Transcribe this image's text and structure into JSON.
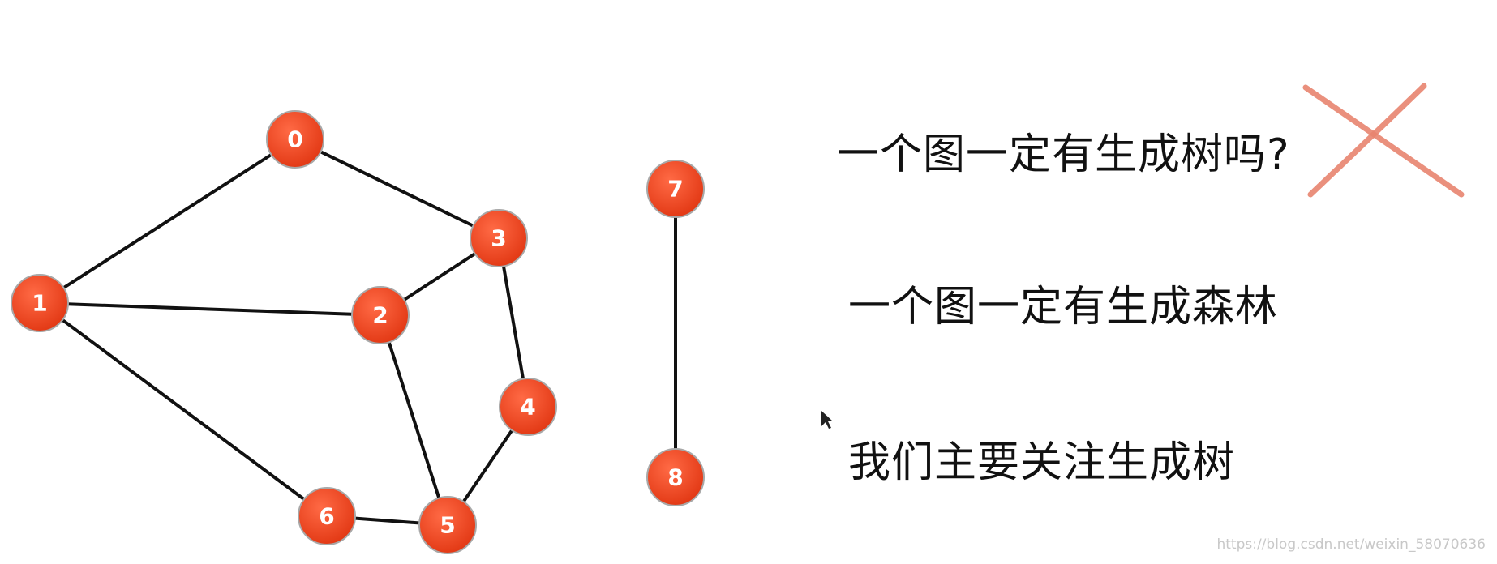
{
  "graph": {
    "nodes": [
      {
        "id": "0",
        "label": "0"
      },
      {
        "id": "1",
        "label": "1"
      },
      {
        "id": "2",
        "label": "2"
      },
      {
        "id": "3",
        "label": "3"
      },
      {
        "id": "4",
        "label": "4"
      },
      {
        "id": "5",
        "label": "5"
      },
      {
        "id": "6",
        "label": "6"
      },
      {
        "id": "7",
        "label": "7"
      },
      {
        "id": "8",
        "label": "8"
      }
    ],
    "edges": [
      [
        "0",
        "1"
      ],
      [
        "0",
        "3"
      ],
      [
        "1",
        "2"
      ],
      [
        "1",
        "6"
      ],
      [
        "2",
        "3"
      ],
      [
        "2",
        "5"
      ],
      [
        "3",
        "4"
      ],
      [
        "4",
        "5"
      ],
      [
        "5",
        "6"
      ],
      [
        "7",
        "8"
      ]
    ],
    "node_color": "#ee4422",
    "edge_color": "#111111"
  },
  "text": {
    "question": "一个图一定有生成树吗?",
    "forest": "一个图一定有生成森林",
    "focus": "我们主要关注生成树"
  },
  "cross_mark": {
    "icon": "cross-mark-icon",
    "color": "#e8846f"
  },
  "watermark": "https://blog.csdn.net/weixin_58070636"
}
